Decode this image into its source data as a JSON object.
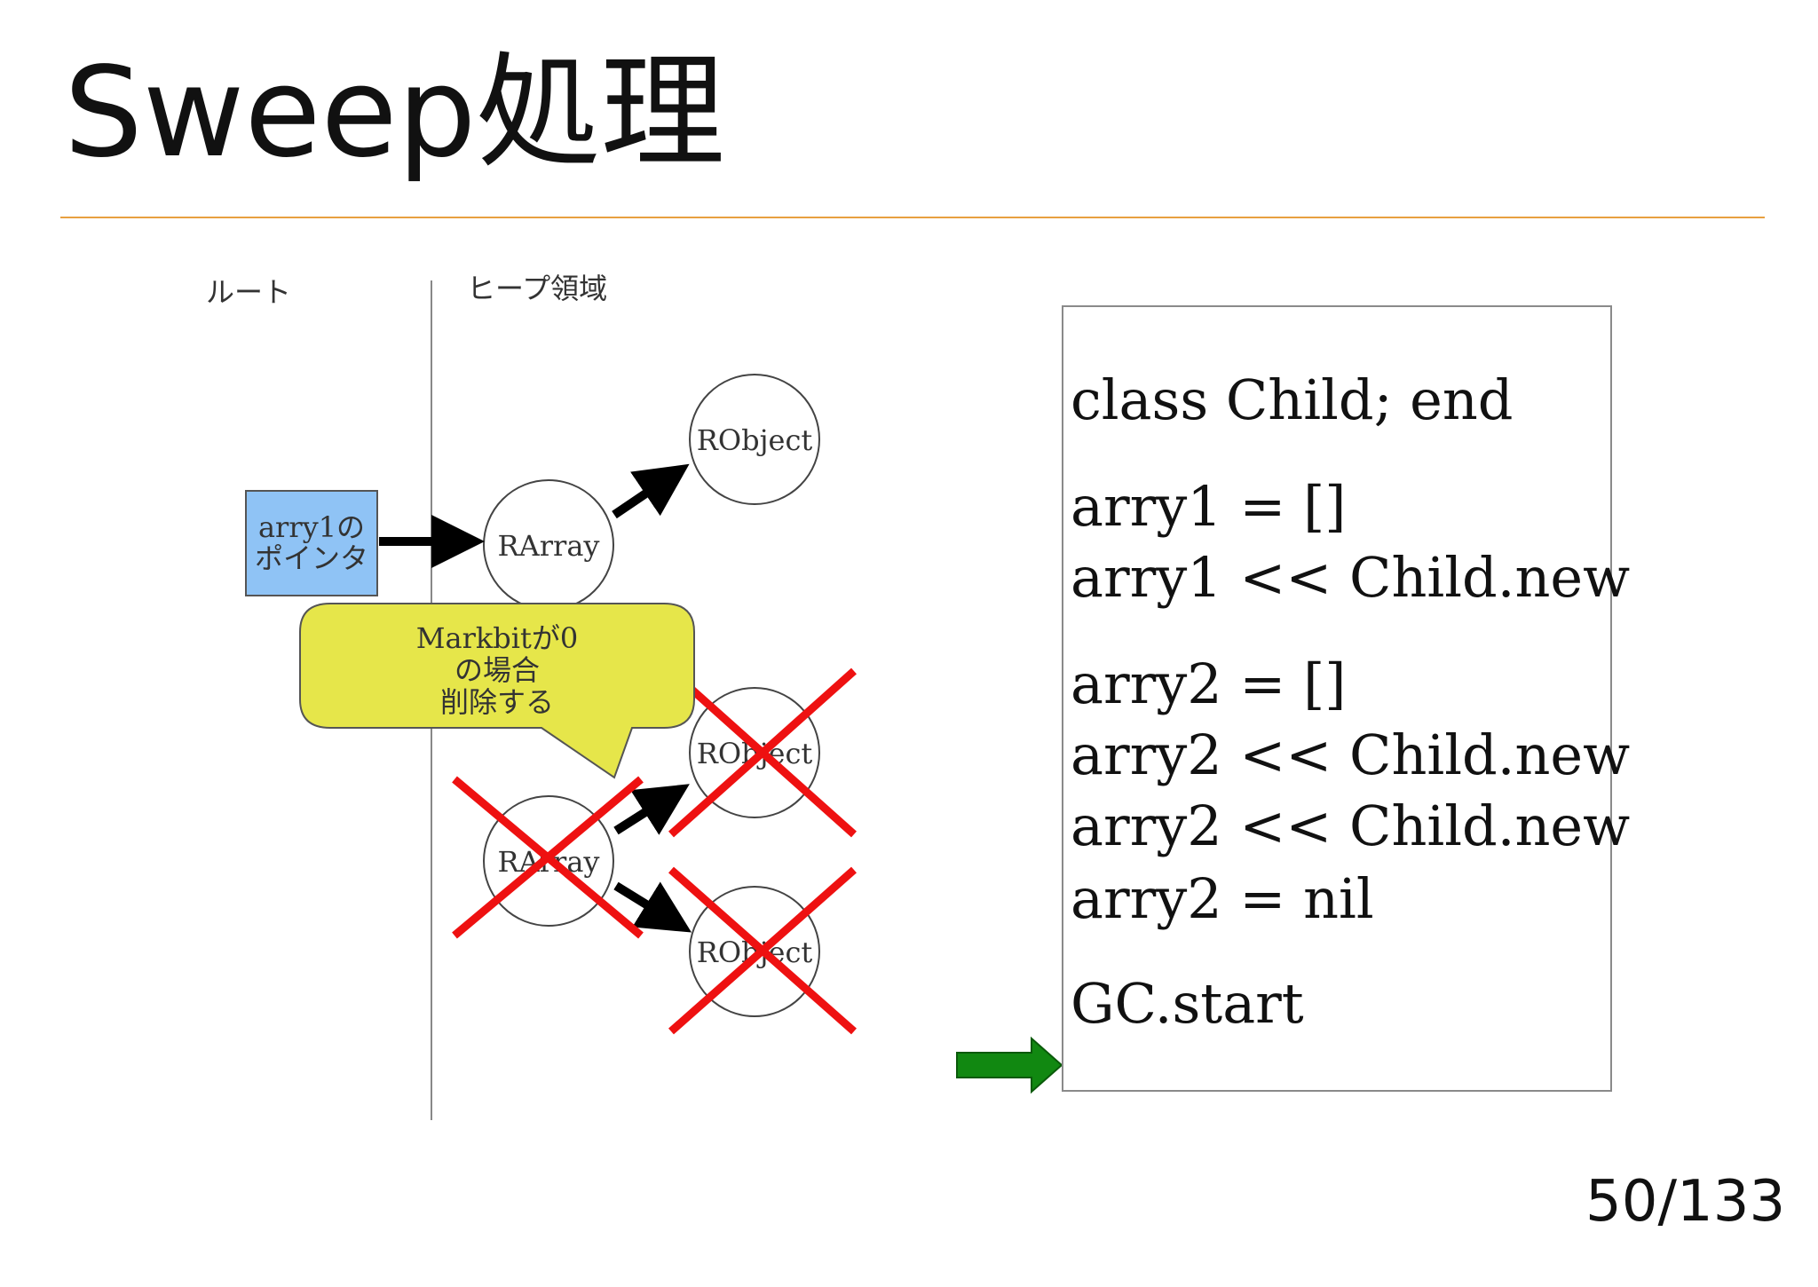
{
  "slide": {
    "title": "Sweep処理",
    "page_number": "50/133"
  },
  "diagram": {
    "root_label": "ルート",
    "heap_label": "ヒープ領域",
    "pointer_line1": "arry1の",
    "pointer_line2": "ポインタ",
    "live_array": "RArray",
    "live_object": "RObject",
    "dead_array": "RArray",
    "dead_object_1": "RObject",
    "dead_object_2": "RObject",
    "callout_line1": "Markbitが0",
    "callout_line2": "の場合",
    "callout_line3": "削除する"
  },
  "code": {
    "lines": [
      "class Child; end",
      "arry1 = []",
      "arry1 << Child.new",
      "arry2 = []",
      "arry2 << Child.new",
      "arry2 << Child.new",
      "arry2 = nil",
      "GC.start"
    ]
  },
  "colors": {
    "accent_rule": "#e8a040",
    "pointer_box": "#8fc3f5",
    "callout": "#e6e64a",
    "cross": "#ee1111",
    "current_arrow": "#118811"
  }
}
